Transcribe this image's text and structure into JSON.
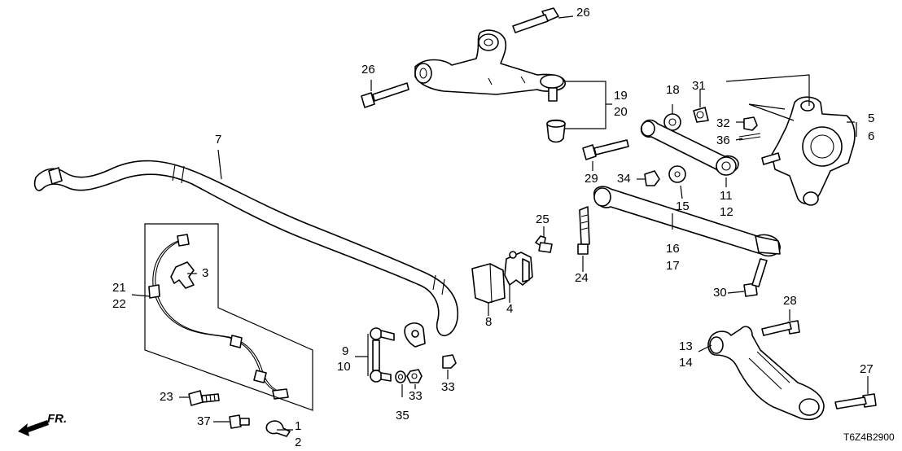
{
  "diagram": {
    "title": "Rear suspension parts diagram",
    "code": "T6Z4B2900",
    "direction_label": "FR.",
    "callouts": {
      "c1": "1",
      "c2": "2",
      "c3": "3",
      "c4": "4",
      "c5": "5",
      "c6": "6",
      "c7": "7",
      "c8": "8",
      "c9": "9",
      "c10": "10",
      "c11": "11",
      "c12": "12",
      "c13": "13",
      "c14": "14",
      "c15": "15",
      "c16": "16",
      "c17": "17",
      "c18": "18",
      "c19": "19",
      "c20": "20",
      "c21": "21",
      "c22": "22",
      "c23": "23",
      "c24": "24",
      "c25": "25",
      "c26a": "26",
      "c26b": "26",
      "c27": "27",
      "c28": "28",
      "c29": "29",
      "c30": "30",
      "c31": "31",
      "c32": "32",
      "c33a": "33",
      "c33b": "33",
      "c34": "34",
      "c35": "35",
      "c36": "36",
      "c37": "37"
    }
  }
}
